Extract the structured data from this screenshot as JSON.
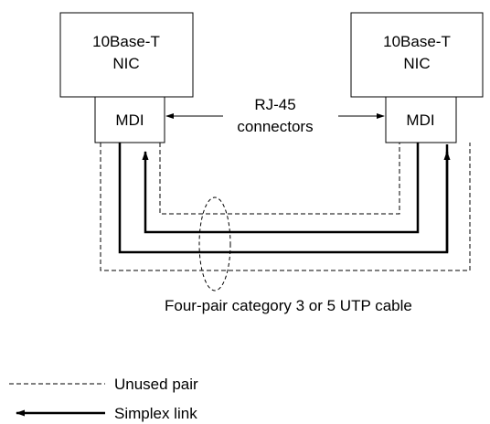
{
  "nic_left": {
    "line1": "10Base-T",
    "line2": "NIC",
    "port": "MDI"
  },
  "nic_right": {
    "line1": "10Base-T",
    "line2": "NIC",
    "port": "MDI"
  },
  "connectors_label": {
    "line1": "RJ-45",
    "line2": "connectors"
  },
  "cable_label": "Four-pair category 3 or 5 UTP cable",
  "legend": {
    "unused": "Unused pair",
    "simplex": "Simplex link"
  }
}
